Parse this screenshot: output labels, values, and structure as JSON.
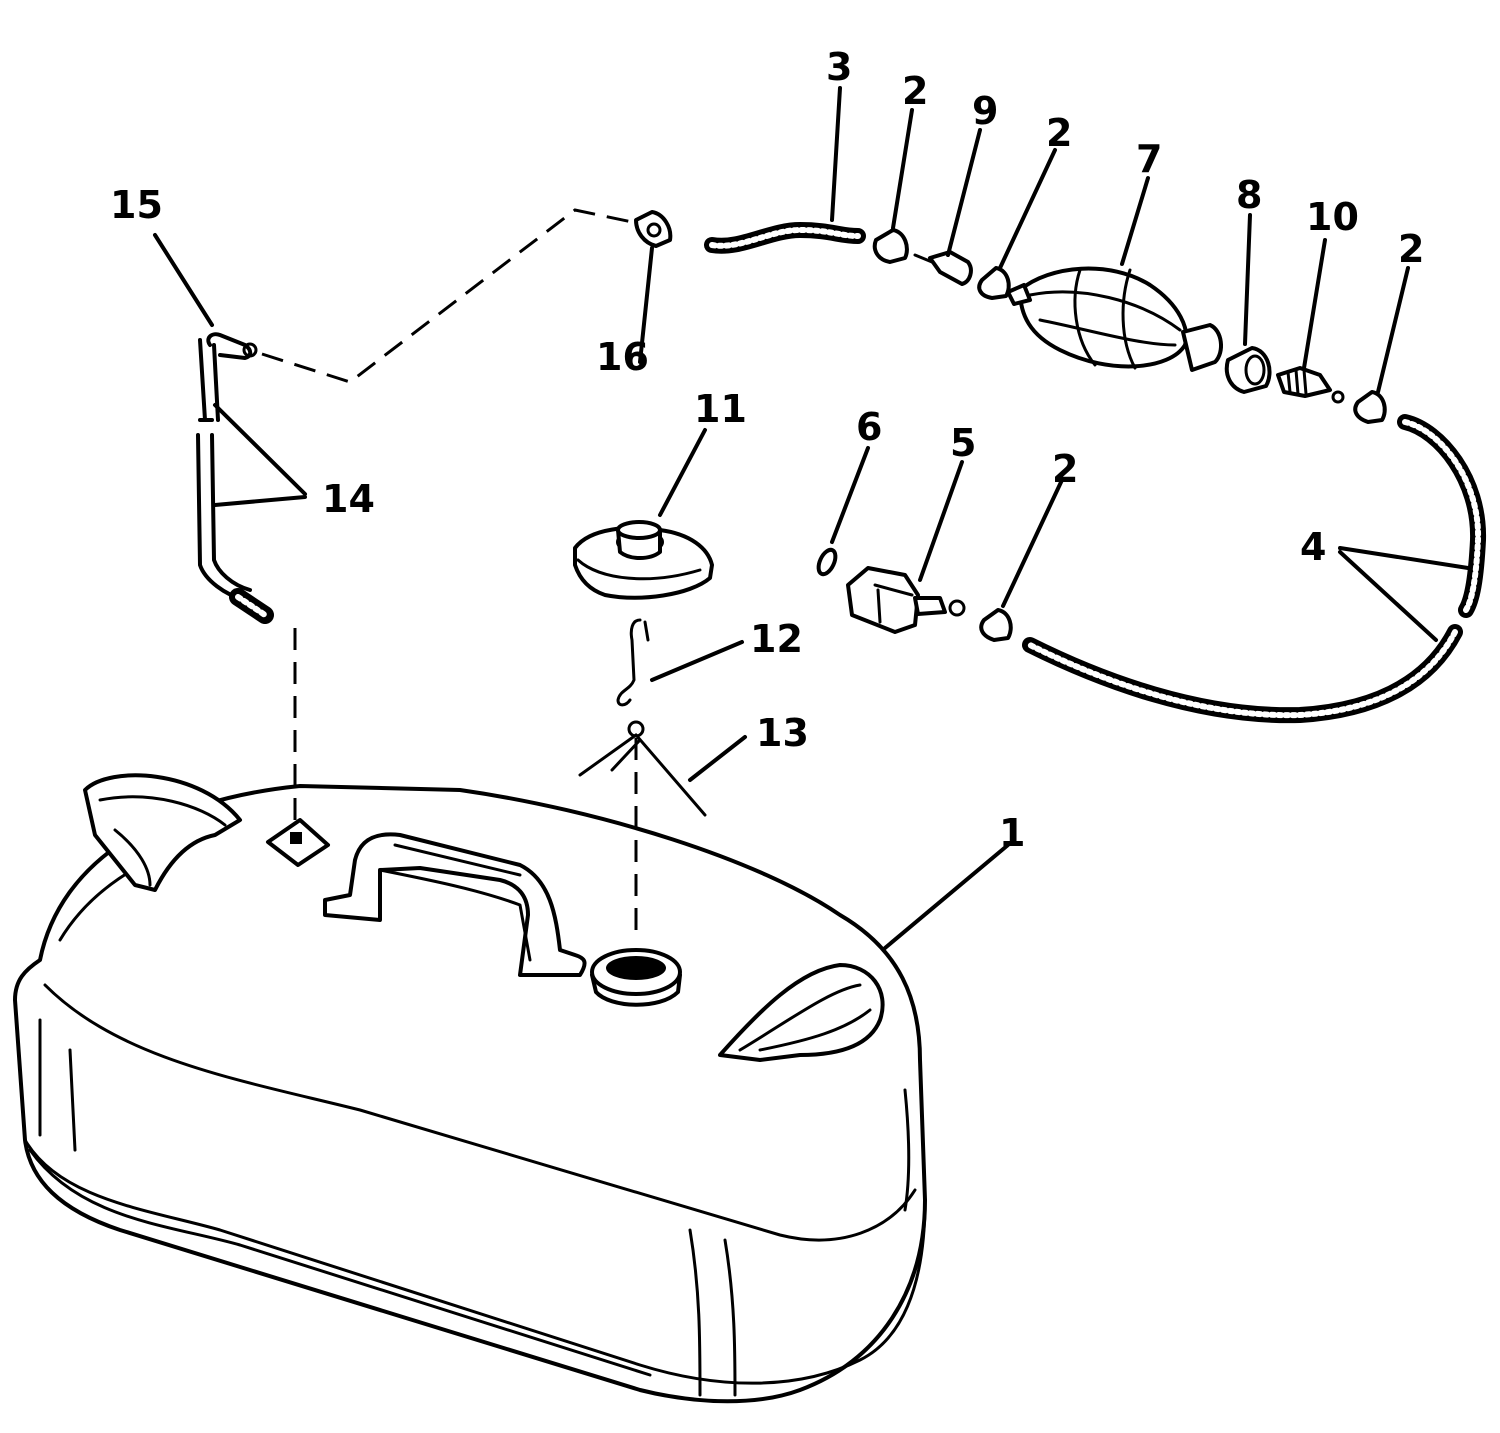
{
  "callouts": [
    {
      "id": "callout-1",
      "text": "1"
    },
    {
      "id": "callout-2a",
      "text": "2"
    },
    {
      "id": "callout-2b",
      "text": "2"
    },
    {
      "id": "callout-2c",
      "text": "2"
    },
    {
      "id": "callout-2d",
      "text": "2"
    },
    {
      "id": "callout-3",
      "text": "3"
    },
    {
      "id": "callout-4",
      "text": "4"
    },
    {
      "id": "callout-5",
      "text": "5"
    },
    {
      "id": "callout-6",
      "text": "6"
    },
    {
      "id": "callout-7",
      "text": "7"
    },
    {
      "id": "callout-8",
      "text": "8"
    },
    {
      "id": "callout-9",
      "text": "9"
    },
    {
      "id": "callout-10",
      "text": "10"
    },
    {
      "id": "callout-11",
      "text": "11"
    },
    {
      "id": "callout-12",
      "text": "12"
    },
    {
      "id": "callout-13",
      "text": "13"
    },
    {
      "id": "callout-14",
      "text": "14"
    },
    {
      "id": "callout-15",
      "text": "15"
    },
    {
      "id": "callout-16",
      "text": "16"
    }
  ],
  "parts": {
    "tank": "fuel-tank",
    "primer_bulb": "primer-bulb",
    "fuel_cap": "fuel-cap",
    "connector": "fuel-connector",
    "pickup_tube": "pickup-tube"
  }
}
